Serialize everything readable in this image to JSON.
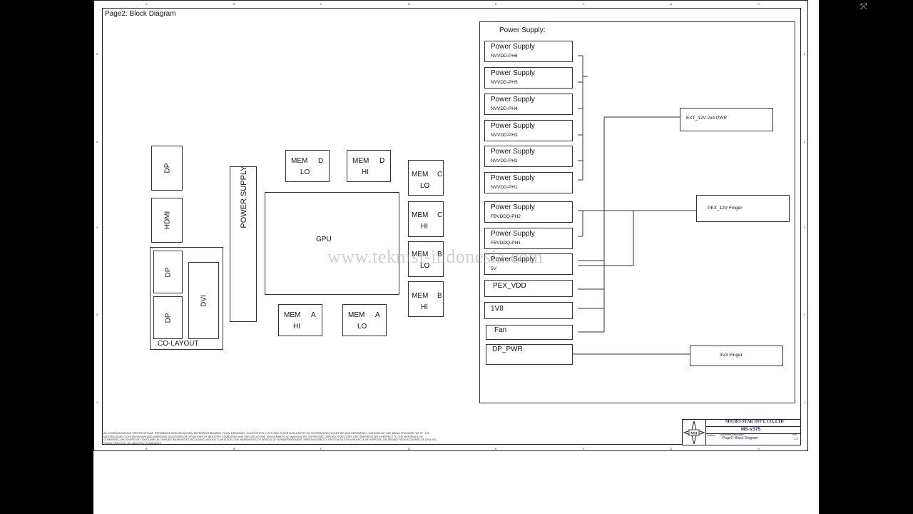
{
  "page_title": "Page2: Block Diagram",
  "left_blocks": {
    "dp_top": "DP",
    "hdmi": "HDMI",
    "colayout_dp1": "DP",
    "colayout_dp2": "DP",
    "dvi": "DVI",
    "colayout_label": "CO-LAYOUT",
    "power_supply_vertical": "POWER SUPPLY"
  },
  "gpu": "GPU",
  "memory": [
    {
      "name": "MEM",
      "bank": "D",
      "pos": "LO"
    },
    {
      "name": "MEM",
      "bank": "D",
      "pos": "HI"
    },
    {
      "name": "MEM",
      "bank": "C",
      "pos": "LO"
    },
    {
      "name": "MEM",
      "bank": "C",
      "pos": "HI"
    },
    {
      "name": "MEM",
      "bank": "B",
      "pos": "LO"
    },
    {
      "name": "MEM",
      "bank": "B",
      "pos": "HI"
    },
    {
      "name": "MEM",
      "bank": "A",
      "pos": "HI"
    },
    {
      "name": "MEM",
      "bank": "A",
      "pos": "LO"
    }
  ],
  "power_supply": {
    "heading": "Power Supply:",
    "rails": [
      {
        "title": "Power Supply",
        "sub": "NVVDD-PH6"
      },
      {
        "title": "Power Supply",
        "sub": "NVVDD-PH5"
      },
      {
        "title": "Power Supply",
        "sub": "NVVDD-PH4"
      },
      {
        "title": "Power Supply",
        "sub": "NVVDD-PH3"
      },
      {
        "title": "Power Supply",
        "sub": "NVVDD-PH2"
      },
      {
        "title": "Power Supply",
        "sub": "NVVDD-PH1"
      },
      {
        "title": "Power Supply",
        "sub": "FBVDDQ-PH2"
      },
      {
        "title": "Power Supply",
        "sub": "FBVDDQ-PH1"
      },
      {
        "title": "Power Supply",
        "sub": "5V"
      }
    ],
    "simple": [
      "PEX_VDD",
      "1V8",
      "Fan",
      "DP_PWR"
    ],
    "sources": {
      "ext": "EXT_12V 2x4 PWR",
      "pex": "PEX_12V Finger",
      "v3": "3V3 Finger"
    }
  },
  "watermark": "www.teknisi-indonesia.com",
  "title_block": {
    "company": "MICRO-STAR INT'L CO.,LTD",
    "model": "MS-V375",
    "doc_desc_label": "Document Description",
    "doc_desc": "Page2: Block Diagram",
    "size": "Custom",
    "rev_label": "Rev",
    "rev": "1.0"
  },
  "border_letters": [
    "A",
    "B",
    "C",
    "D",
    "E",
    "F",
    "G",
    "H"
  ],
  "border_numbers": [
    "1",
    "2",
    "3",
    "4",
    "5"
  ],
  "disclaimer": "ALL INTERIOR DESIGN SPECIFICATIONS, REFERENCE SPECIFICATIONS, REFERENCE BOARDS, FILES, DRAWINGS, DIAGNOSTICS, LISTS AND OTHER DOCUMENTS OR INFORMATION (TOGETHER AND SEPARATELY, \"MATERIALS\") ARE BEING PROVIDED \"AS IS\". THE MATERIALS MAY CONTAIN KNOWN AND UNKNOWN VIOLATIONS OR DEVIATIONS OF INDUSTRY STANDARDS AND SPECIFICATIONS. NVIDIA MAKES NO WARRANTIES, EXPRESSED, IMPLIED, STATUTORY OR OTHERWISE WITH RESPECT TO THE MATERIALS OR OTHERWISE, AND EXPRESSLY DISCLAIMS ALL IMPLIED WARRANTIES INCLUDING, WITHOUT LIMITATION, THE WARRANTIES OF DESIGN, OF NONINFRINGEMENT, MERCHANTABILITY OR FITNESS FOR A PARTICULAR PURPOSE, OR ARISING FROM A COURSE OF DEALING, TRADE PRACTICE, OR INDUSTRY STANDARDS."
}
